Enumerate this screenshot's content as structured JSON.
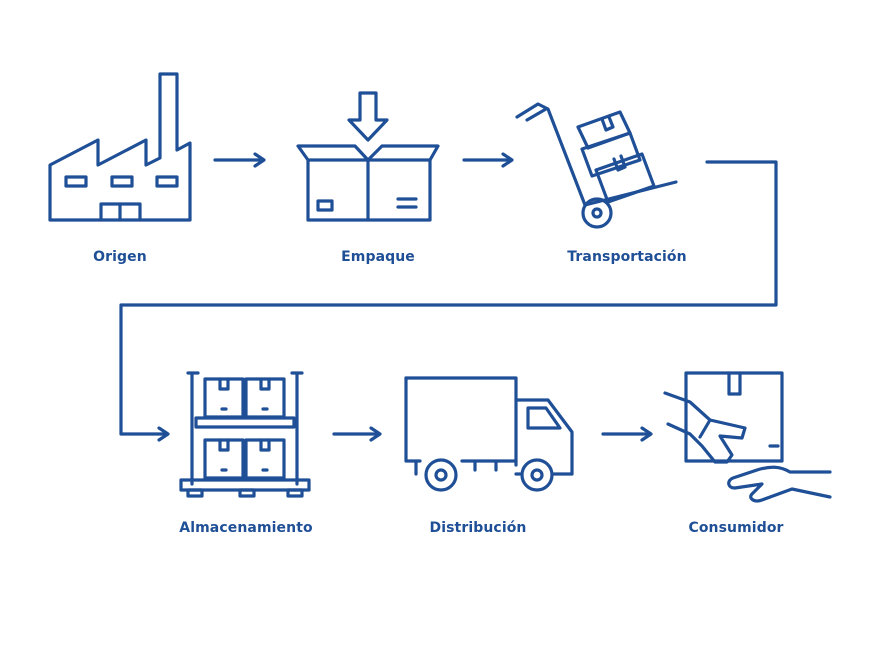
{
  "colors": {
    "primary": "#1f4f96",
    "background": "#ffffff"
  },
  "steps": [
    {
      "label": "Origen",
      "icon": "factory-icon"
    },
    {
      "label": "Empaque",
      "icon": "packaging-box-icon"
    },
    {
      "label": "Transportación",
      "icon": "hand-truck-icon"
    },
    {
      "label": "Almacenamiento",
      "icon": "warehouse-shelf-icon"
    },
    {
      "label": "Distribución",
      "icon": "delivery-truck-icon"
    },
    {
      "label": "Consumidor",
      "icon": "package-handoff-icon"
    }
  ]
}
